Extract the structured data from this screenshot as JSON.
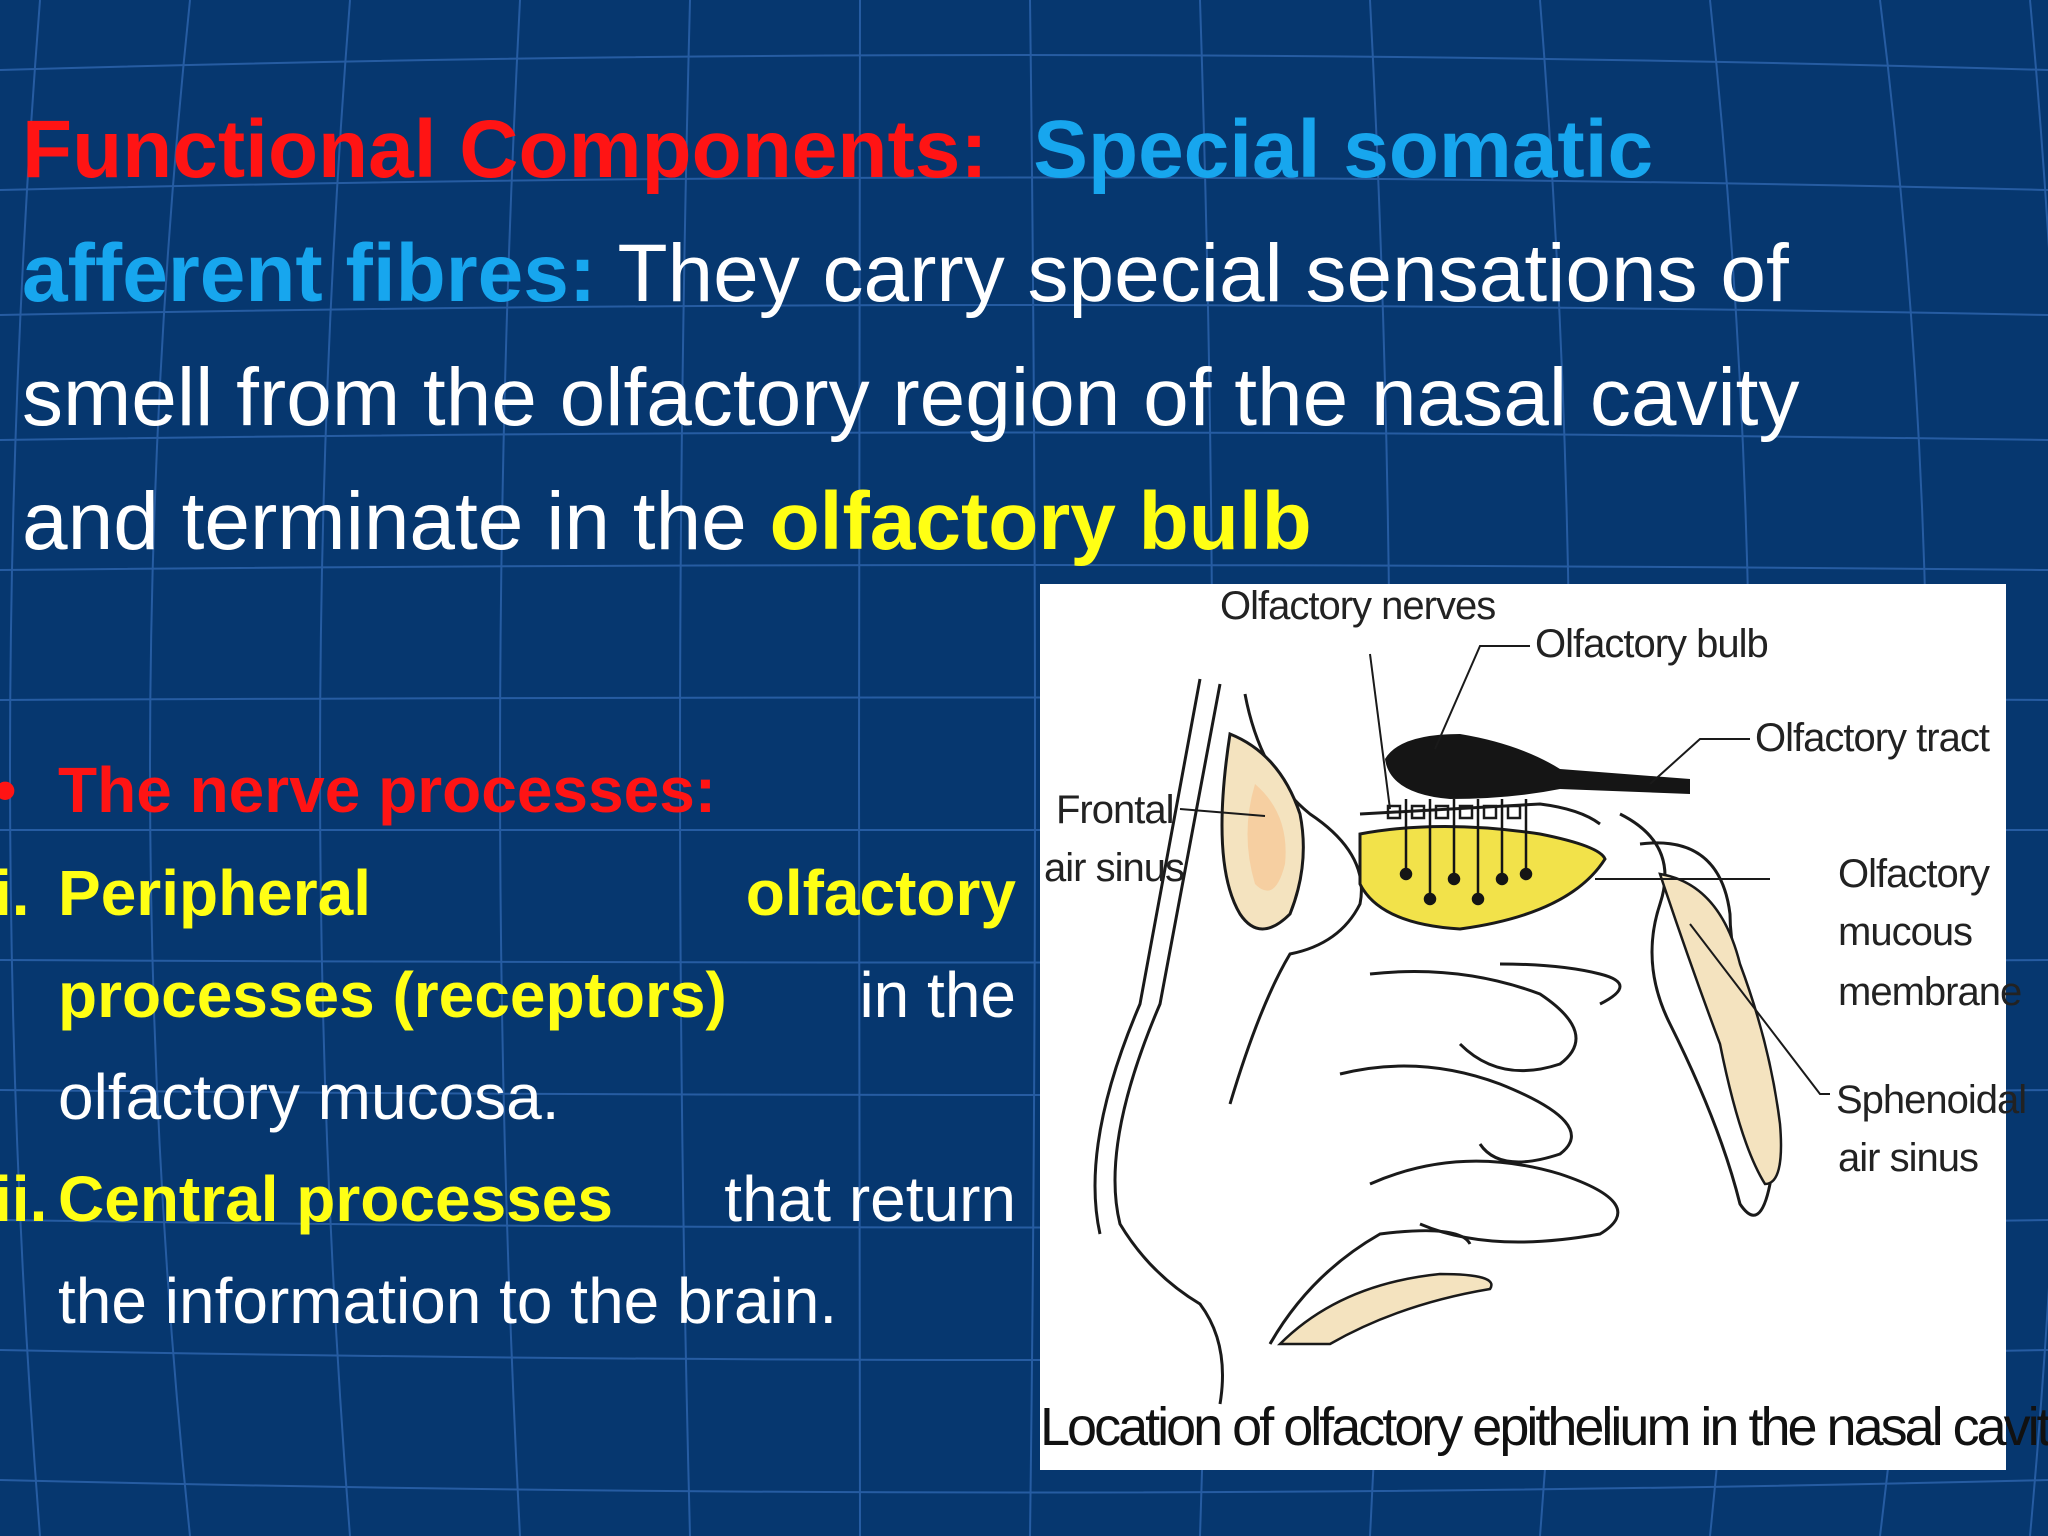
{
  "heading": {
    "label": "Functional Components:",
    "type": "Special somatic afferent fibres:",
    "body": "They carry special sensations of smell from the olfactory region of the nasal cavity and terminate in the",
    "highlight": "olfactory bulb"
  },
  "nerve_processes": {
    "title": "The nerve processes:",
    "items": [
      {
        "marker": "i.",
        "term_1": "Peripheral",
        "term_2": "olfactory",
        "term_3": "processes (receptors)",
        "rest_a": "in the",
        "rest_b": "olfactory mucosa."
      },
      {
        "marker": "ii.",
        "term": "Central processes",
        "rest_a": "that return",
        "rest_b": "the information to the brain."
      }
    ]
  },
  "figure": {
    "labels": {
      "olfactory_nerves": "Olfactory nerves",
      "olfactory_bulb": "Olfactory bulb",
      "olfactory_tract": "Olfactory tract",
      "frontal": "Frontal",
      "air_sinus": "air sinus",
      "olfactory": "Olfactory",
      "mucous": "mucous",
      "membrane": "membrane",
      "sphenoidal": "Sphenoidal",
      "sphenoidal_air_sinus": "air sinus"
    },
    "caption": "Location of olfactory epithelium in the nasal cavity."
  },
  "colors": {
    "background": "#06376f",
    "grid": "#2c63ab",
    "red": "#ff1414",
    "cyan": "#17a6ee",
    "yellow": "#ffff14",
    "bone": "#f4e3bf",
    "epithelium": "#f2e24a"
  }
}
